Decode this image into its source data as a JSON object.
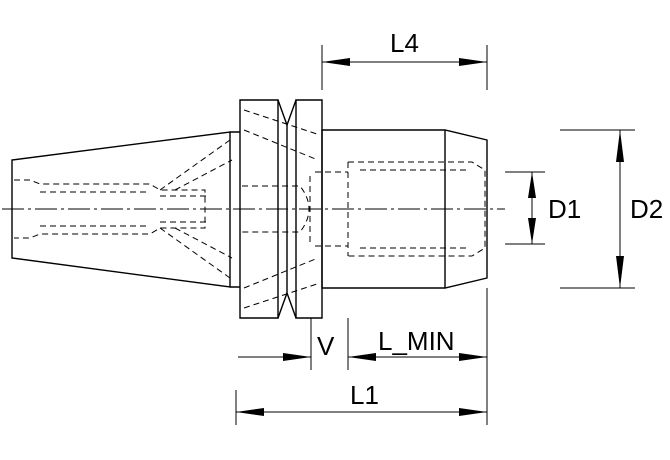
{
  "dimensions": {
    "l4": "L4",
    "d1": "D1",
    "d2": "D2",
    "v": "V",
    "l_min": "L_MIN",
    "l1": "L1"
  }
}
